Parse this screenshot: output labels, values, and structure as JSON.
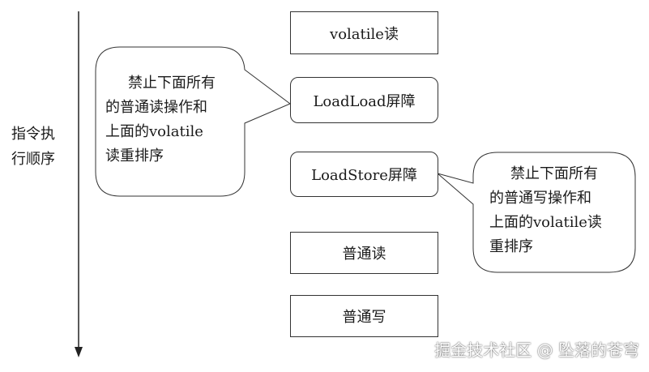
{
  "axis": {
    "label_line1": "指令执",
    "label_line2": "行顺序"
  },
  "boxes": [
    {
      "label": "volatile读",
      "rounded": false
    },
    {
      "label": "LoadLoad屏障",
      "rounded": true
    },
    {
      "label": "LoadStore屏障",
      "rounded": true
    },
    {
      "label": "普通读",
      "rounded": false
    },
    {
      "label": "普通写",
      "rounded": false
    }
  ],
  "callouts": {
    "left": {
      "lines": [
        "禁止下面所有",
        "的普通读操作和",
        "上面的volatile",
        "读重排序"
      ]
    },
    "right": {
      "lines": [
        "禁止下面所有",
        "的普通写操作和",
        "上面的volatile读",
        "重排序"
      ]
    }
  },
  "watermark": "掘金技术社区 @ 坠落的苍穹"
}
